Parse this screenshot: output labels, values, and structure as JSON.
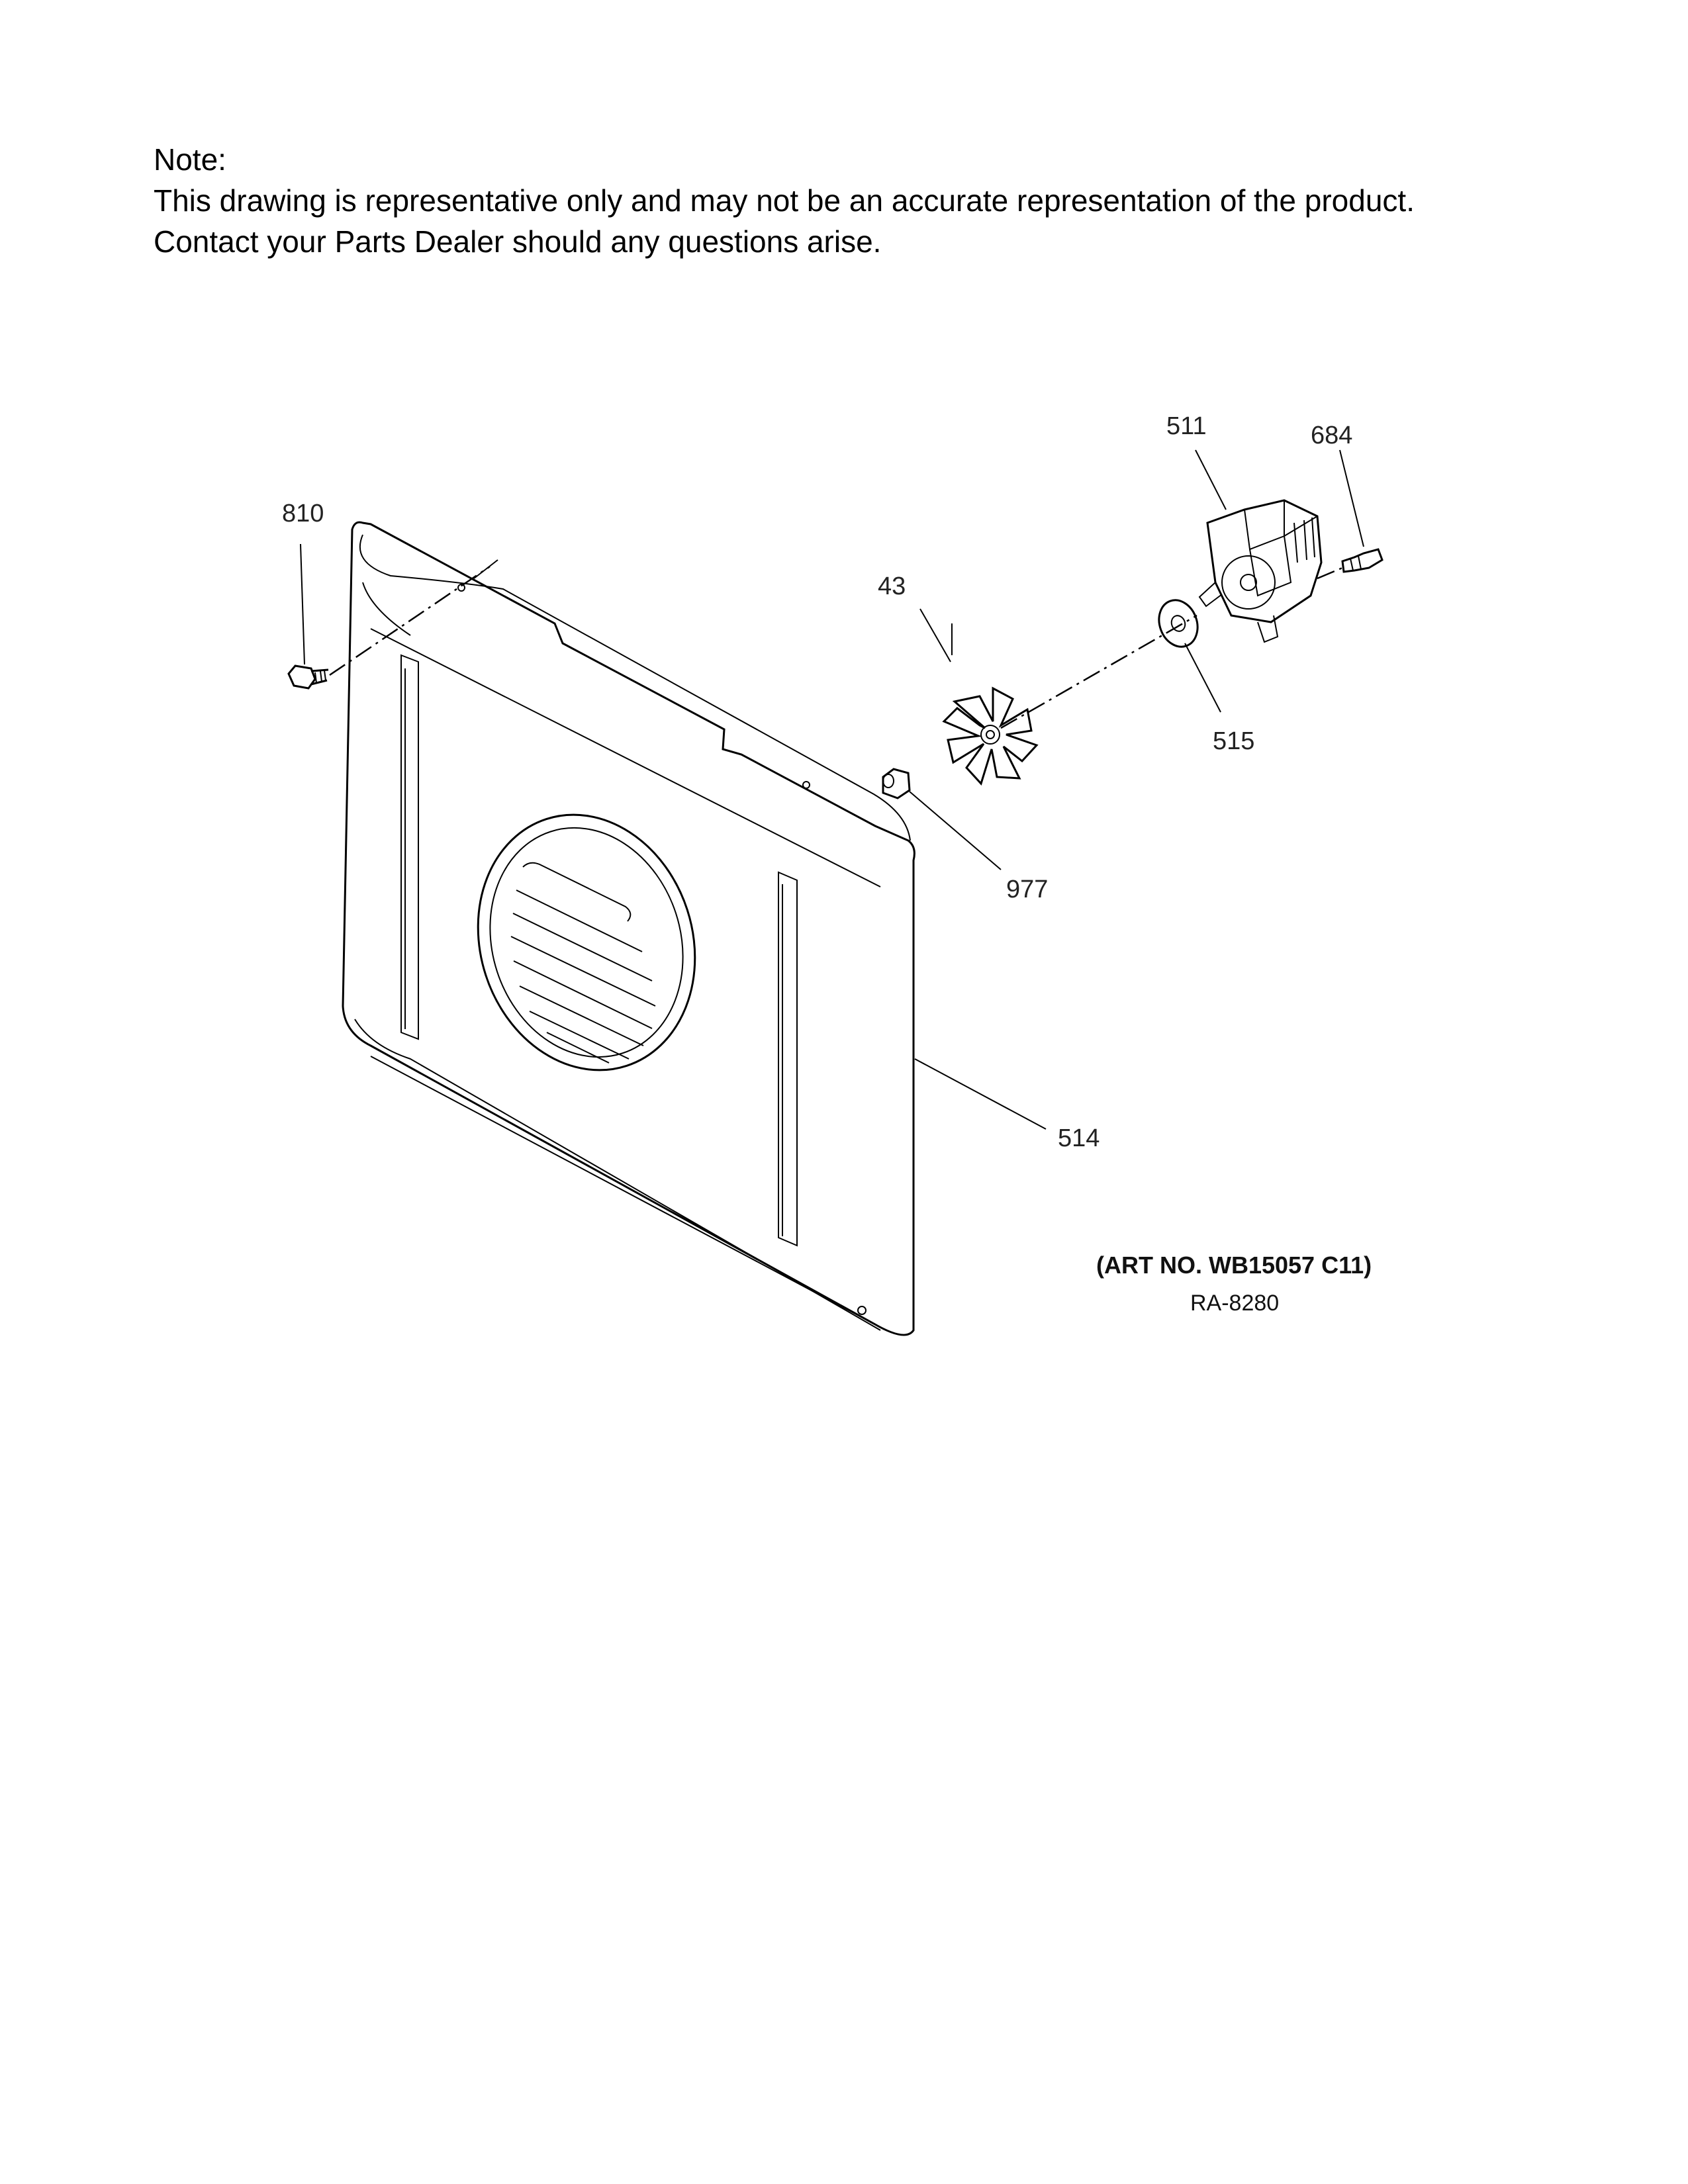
{
  "note": {
    "heading": "Note:",
    "line1": "This drawing is representative only and may not be an accurate representation of the product.",
    "line2": "Contact your Parts Dealer should any questions arise."
  },
  "callouts": {
    "c810": "810",
    "c511": "511",
    "c684": "684",
    "c43": "43",
    "c515": "515",
    "c977": "977",
    "c514": "514"
  },
  "art": {
    "art_number": "(ART NO. WB15057 C11)",
    "ra_code": "RA-8280"
  }
}
